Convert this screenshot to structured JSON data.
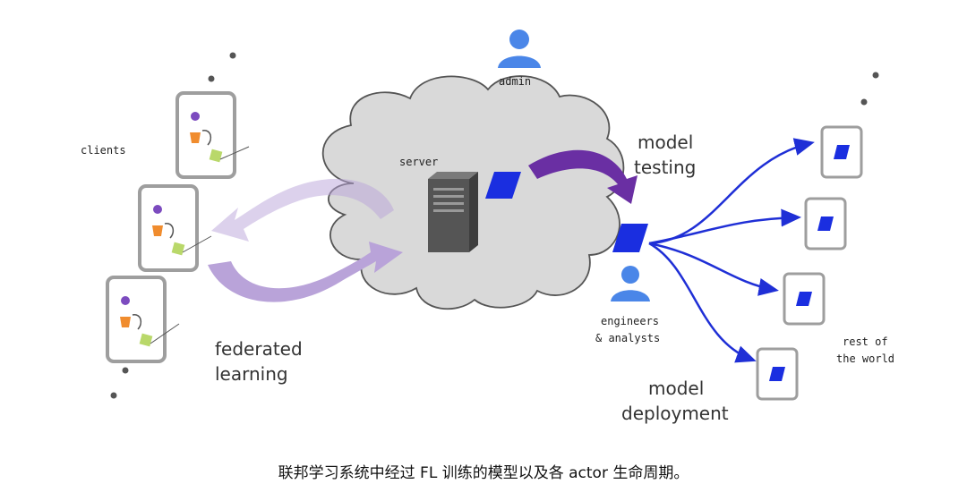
{
  "labels": {
    "admin": "admin",
    "clients": "clients",
    "server": "server",
    "model_testing_1": "model",
    "model_testing_2": "testing",
    "engineers_1": "engineers",
    "engineers_2": "& analysts",
    "rest_1": "rest of",
    "rest_2": "the world",
    "federated_1": "federated",
    "federated_2": "learning",
    "deployment_1": "model",
    "deployment_2": "deployment"
  },
  "caption": "联邦学习系统中经过 FL 训练的模型以及各 actor 生命周期。",
  "colors": {
    "cloud_fill": "#d9d9d9",
    "cloud_stroke": "#555555",
    "model_blue": "#1a2ee0",
    "arrow_blue": "#1f2fd6",
    "testing_purple": "#6a2fa3",
    "fl_purple": "#b9a3d9",
    "person_blue": "#4a86e8",
    "device_gray": "#9e9e9e",
    "server_gray": "#555555",
    "dot_gray": "#555555"
  }
}
